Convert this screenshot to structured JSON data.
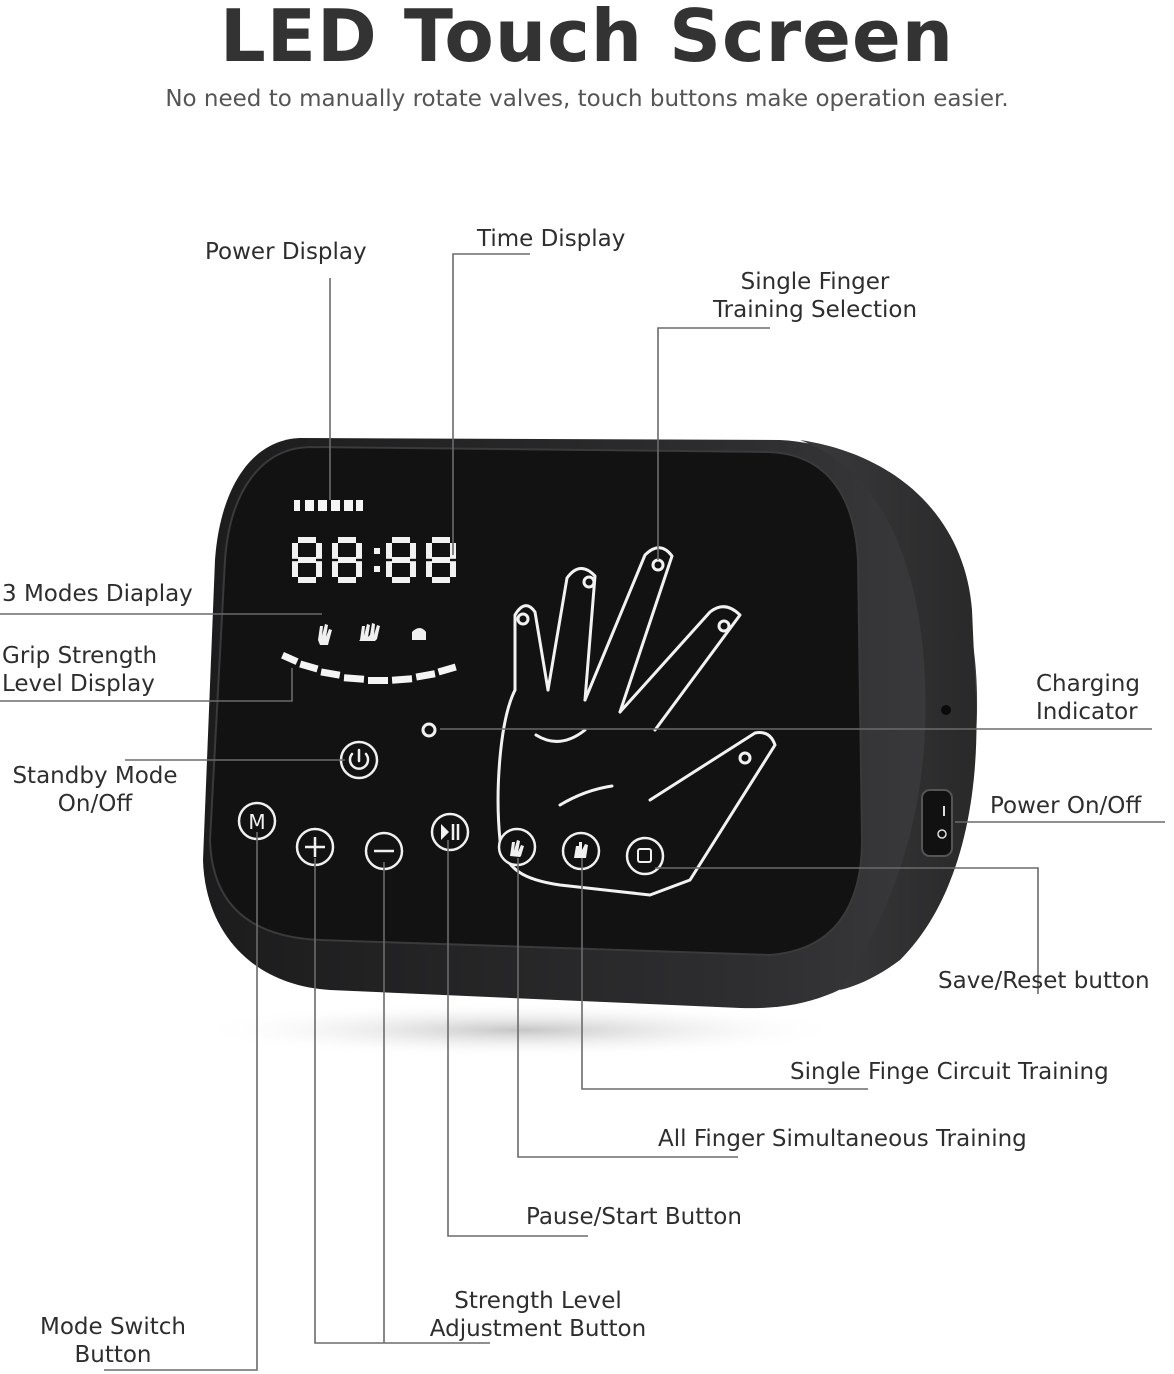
{
  "header": {
    "title": "LED Touch Screen",
    "subtitle": "No need to manually rotate valves, touch buttons make operation easier."
  },
  "device": {
    "time_readout": "88:88",
    "buttons": {
      "mode": "M",
      "plus": "+",
      "minus": "−"
    },
    "icons": [
      "power-icon",
      "play-pause-icon",
      "hand-grip-icon",
      "fist-icon",
      "save-reset-icon"
    ]
  },
  "callouts": {
    "power_display": "Power Display",
    "time_display": "Time Display",
    "single_finger_line1": "Single Finger",
    "single_finger_line2": "Training Selection",
    "modes_display": "3 Modes Diaplay",
    "grip_line1": "Grip Strength",
    "grip_line2": "Level Display",
    "standby_line1": "Standby Mode",
    "standby_line2": "On/Off",
    "charging_line1": "Charging",
    "charging_line2": "Indicator",
    "power_onoff": "Power On/Off",
    "save_reset": "Save/Reset button",
    "single_finge_circuit": "Single Finge Circuit Training",
    "all_finger": "All Finger Simultaneous Training",
    "pause_start": "Pause/Start Button",
    "strength_line1": "Strength Level",
    "strength_line2": "Adjustment Button",
    "mode_switch_line1": "Mode Switch",
    "mode_switch_line2": "Button"
  },
  "colors": {
    "screen": "#141414",
    "body": "#2a2a2b",
    "leader_line": "#6b6b6b",
    "led": "#f2f2f2"
  }
}
